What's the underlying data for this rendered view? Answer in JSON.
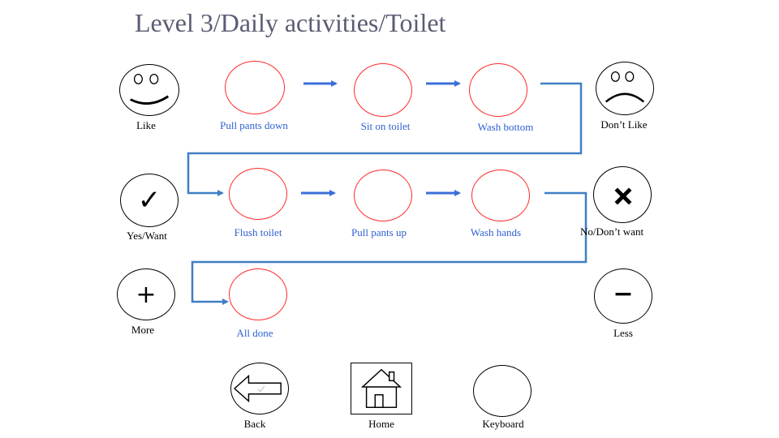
{
  "title": "Level 3/Daily activities/Toilet",
  "left_panel": {
    "like": "Like",
    "yes_want": "Yes/Want",
    "more": "More",
    "more_symbol": "+"
  },
  "right_panel": {
    "dont_like": "Don’t Like",
    "no_dont_want": "No/Don’t want",
    "less": "Less",
    "less_symbol": "−"
  },
  "steps": [
    "Pull pants down",
    "Sit on toilet",
    "Wash bottom",
    "Flush toilet",
    "Pull pants up",
    "Wash hands",
    "All  done"
  ],
  "bottom": {
    "back": "Back",
    "home": "Home",
    "keyboard": "Keyboard"
  },
  "colors": {
    "arrow": "#3b6fd8",
    "connector": "#3f7fc4",
    "step_border": "#ff2a2a",
    "step_label": "#2e5fd1",
    "title": "#5a5d72"
  }
}
